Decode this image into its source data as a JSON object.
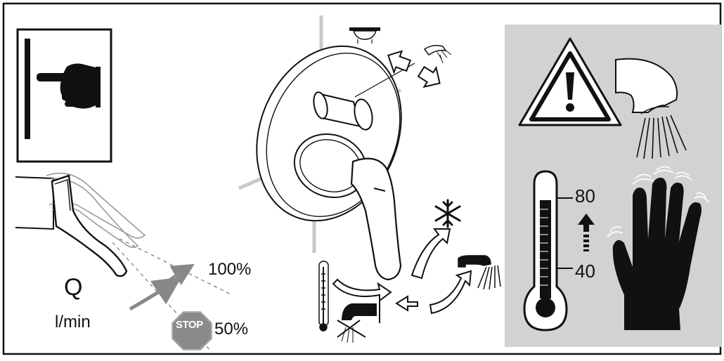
{
  "flow": {
    "symbol": "Q",
    "unit": "l/min",
    "max_label": "100%",
    "min_label": "50%",
    "stop_sign_text": "STOP"
  },
  "temperature": {
    "high_label": "80",
    "low_label": "40"
  },
  "colors": {
    "ink": "#111111",
    "warning_panel_bg": "#d2d2d2",
    "stop_sign": "#8a8a8a"
  },
  "icons": {
    "note": "pointing-hand-icon",
    "warning": "warning-triangle-icon",
    "cold": "snowflake-icon",
    "hot_hand": "hand-icon",
    "thermometer": "thermometer-icon"
  }
}
